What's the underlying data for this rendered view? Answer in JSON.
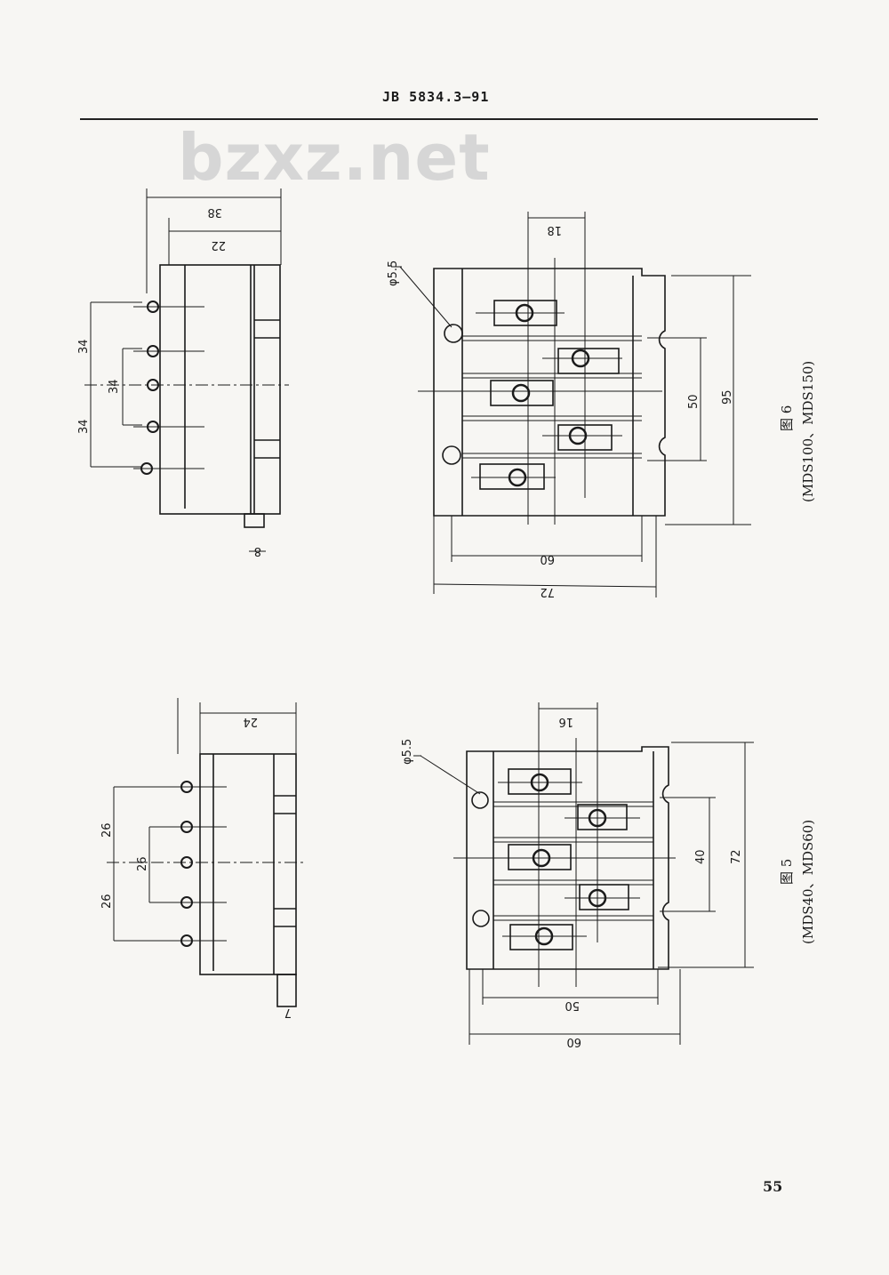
{
  "header": {
    "standard_code": "JB 5834.3—91"
  },
  "watermark": {
    "text": "bzxz.net"
  },
  "figure6": {
    "caption": "图 6",
    "models": "(MDS100、MDS150)",
    "side_view": {
      "dim_width": "38",
      "dim_inner": "22",
      "dim_thickness": "8",
      "pitch": [
        "34",
        "34",
        "34"
      ]
    },
    "front_view": {
      "hole": "φ5.5",
      "dim_pitch": "18",
      "dim_holes": "50",
      "dim_height": "95",
      "dim_inner_width": "60",
      "dim_width": "72"
    }
  },
  "figure5": {
    "caption": "图 5",
    "models": "(MDS40、MDS60)",
    "side_view": {
      "dim_width": "24",
      "dim_thickness": "7",
      "pitch": [
        "26",
        "26",
        "26"
      ]
    },
    "front_view": {
      "hole": "φ5.5",
      "dim_pitch": "16",
      "dim_holes": "40",
      "dim_height": "72",
      "dim_inner_width": "50",
      "dim_width": "60"
    }
  },
  "page": {
    "number": "55"
  }
}
